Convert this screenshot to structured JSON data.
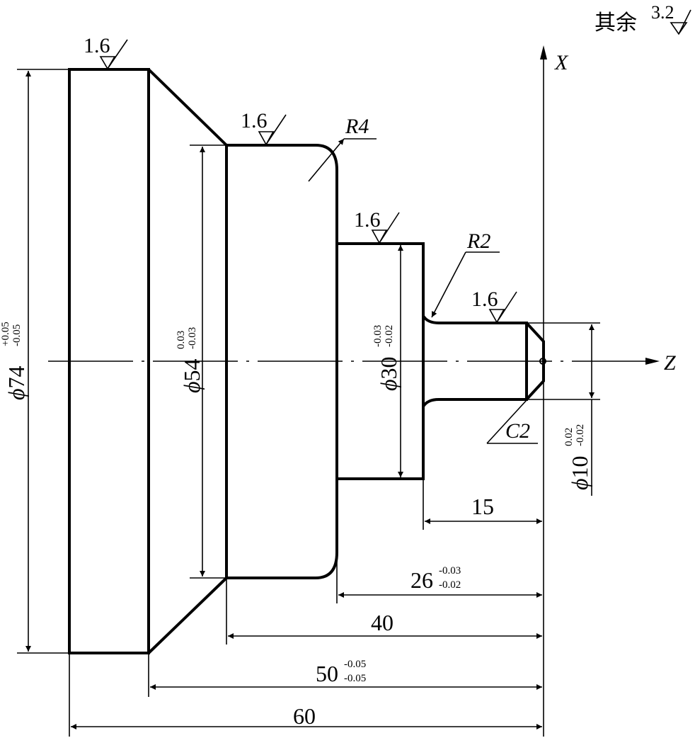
{
  "general_roughness": {
    "label": "其余",
    "value": "3.2"
  },
  "axes": {
    "x_label": "X",
    "z_label": "Z"
  },
  "roughness_marks": [
    "1.6",
    "1.6",
    "1.6",
    "1.6"
  ],
  "radii": {
    "r4": "R4",
    "r2": "R2"
  },
  "chamfer": "C2",
  "diameters": {
    "d74": {
      "symbol": "ϕ",
      "nominal": "74",
      "upper": "+0.05",
      "lower": "-0.05"
    },
    "d54": {
      "symbol": "ϕ",
      "nominal": "54",
      "upper": "0.03",
      "lower": "-0.03"
    },
    "d30": {
      "symbol": "ϕ",
      "nominal": "30",
      "upper": "-0.03",
      "lower": "-0.02"
    },
    "d10": {
      "symbol": "ϕ",
      "nominal": "10",
      "upper": "0.02",
      "lower": "-0.02"
    }
  },
  "lengths": {
    "l15": {
      "nominal": "15"
    },
    "l26": {
      "nominal": "26",
      "upper": "-0.03",
      "lower": "-0.02"
    },
    "l40": {
      "nominal": "40"
    },
    "l50": {
      "nominal": "50",
      "upper": "-0.05",
      "lower": "-0.05"
    },
    "l60": {
      "nominal": "60"
    }
  }
}
